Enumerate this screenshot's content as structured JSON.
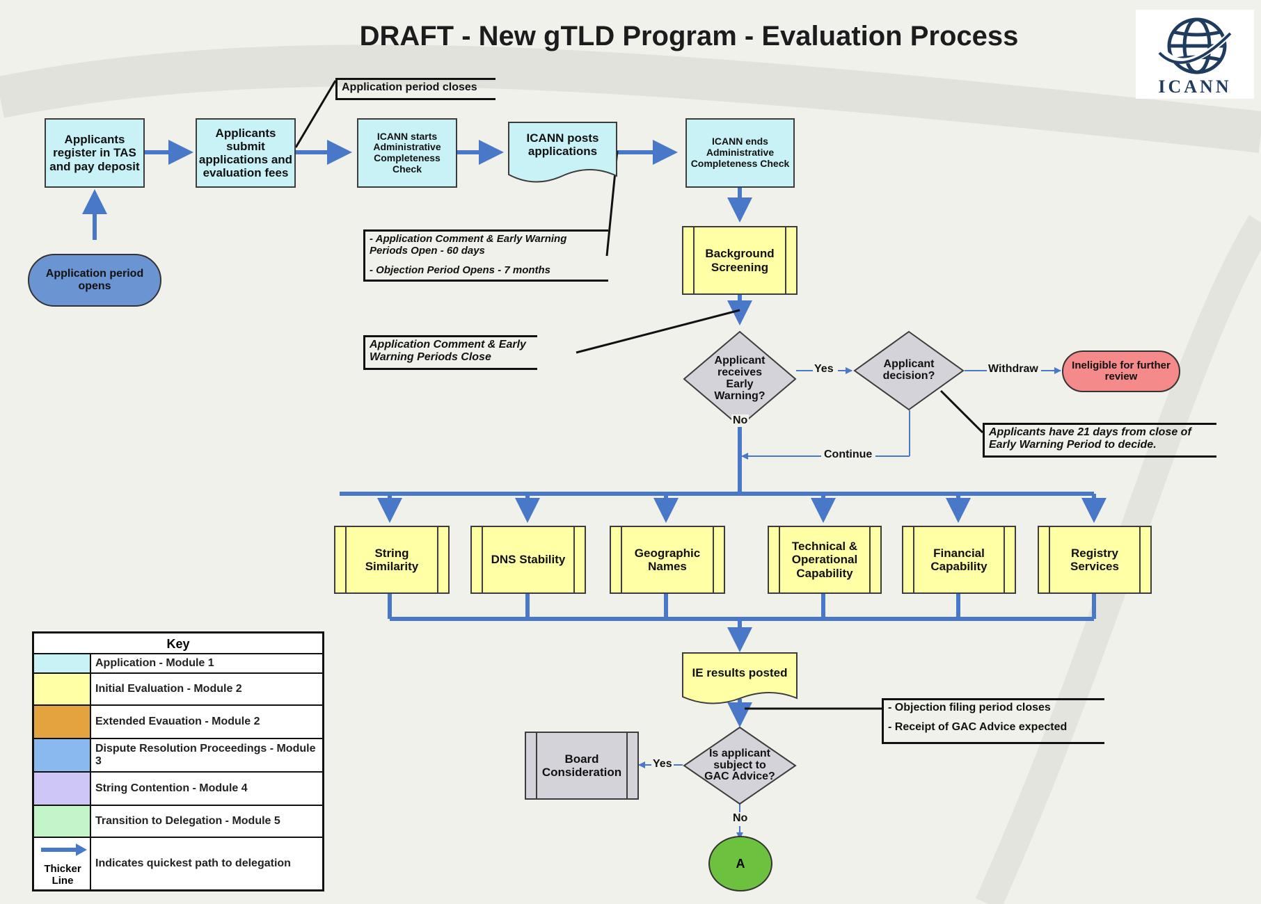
{
  "title": "DRAFT - New gTLD Program - Evaluation Process",
  "logo": {
    "text": "ICANN",
    "icon": "globe-icon"
  },
  "colors": {
    "application": "#c9f2f6",
    "initial_evaluation": "#ffffa6",
    "extended_evaluation": "#e3a33f",
    "dispute_resolution": "#8ab9f0",
    "string_contention": "#cec6f7",
    "transition": "#c4f5c8",
    "arrow": "#4a78c9",
    "ineligible": "#f58a8a",
    "start": "#6b94d3",
    "connector": "#6cc23f"
  },
  "nodes": {
    "register": "Applicants register in TAS and pay deposit",
    "submit": "Applicants submit applications and evaluation fees",
    "acc_start": "ICANN starts Administrative Completeness Check",
    "posts": "ICANN posts applications",
    "acc_end": "ICANN ends Administrative Completeness Check",
    "period_opens": "Application period opens",
    "background": "Background Screening",
    "early_warning": "Applicant receives Early Warning?",
    "decision": "Applicant decision?",
    "ineligible": "Ineligible for further review",
    "string_similarity": "String Similarity",
    "dns_stability": "DNS Stability",
    "geographic_names": "Geographic Names",
    "technical": "Technical & Operational Capability",
    "financial": "Financial Capability",
    "registry": "Registry Services",
    "ie_results": "IE results posted",
    "gac": "Is applicant subject to GAC Advice?",
    "board": "Board Consideration",
    "connector_a": "A"
  },
  "edge_labels": {
    "yes_warning": "Yes",
    "withdraw": "Withdraw",
    "no_warning": "No",
    "continue": "Continue",
    "yes_gac": "Yes",
    "no_gac": "No"
  },
  "notes": {
    "period_closes": "Application period closes",
    "comment_open": "- Application Comment & Early Warning Periods Open - 60 days",
    "objection_opens": "- Objection Period Opens - 7 months",
    "comment_close": "Application Comment & Early Warning Periods Close",
    "days21": "Applicants have 21 days from close of Early Warning Period to decide.",
    "objection_closes": "- Objection filing period closes",
    "gac_expected": "- Receipt of GAC Advice expected"
  },
  "key": {
    "title": "Key",
    "rows": [
      {
        "label": "Application - Module 1"
      },
      {
        "label": "Initial Evaluation - Module 2"
      },
      {
        "label": "Extended Evauation - Module 2"
      },
      {
        "label": "Dispute Resolution Proceedings - Module 3"
      },
      {
        "label": "String Contention - Module 4"
      },
      {
        "label": "Transition to Delegation - Module 5"
      },
      {
        "label": "Indicates quickest path to delegation",
        "swatch_text": "Thicker Line"
      }
    ]
  }
}
